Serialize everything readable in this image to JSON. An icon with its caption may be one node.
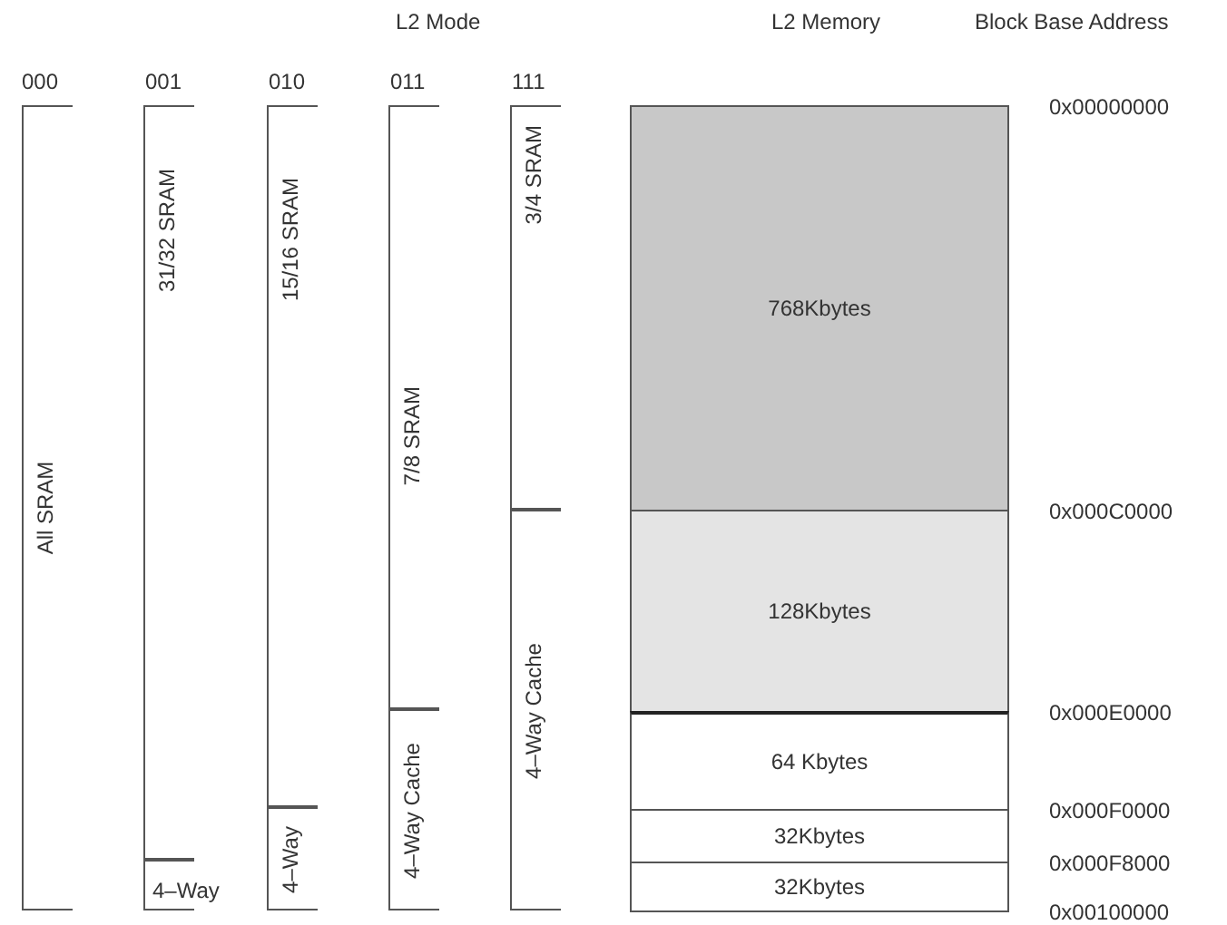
{
  "diagram": {
    "nodes": [
      {
        "text": [
          "All SRAM"
        ]
      },
      {
        "text": [
          "31/32 SRAM"
        ]
      },
      {
        "text": [
          "4–Way"
        ]
      },
      {
        "text": [
          "15/16 SRAM"
        ]
      },
      {
        "text": [
          "4–Way"
        ]
      },
      {
        "text": [
          "7/8 SRAM"
        ]
      },
      {
        "text": [
          "4–Way Cache"
        ]
      },
      {
        "text": [
          "3/4 SRAM"
        ]
      },
      {
        "text": [
          "4–Way Cache"
        ]
      },
      {
        "text": [
          "768Kbytes"
        ]
      },
      {
        "text": [
          "128Kbytes"
        ]
      },
      {
        "text": [
          "64 Kbytes"
        ]
      },
      {
        "text": [
          "32Kbytes"
        ]
      },
      {
        "text": [
          "32Kbytes"
        ]
      }
    ],
    "labels": [
      "L2 Mode",
      "L2 Memory",
      "Block Base Address",
      "000",
      "001",
      "010",
      "011",
      "111",
      "0x00000000",
      "0x000C0000",
      "0x000E0000",
      "0x000F0000",
      "0x000F8000",
      "0x00100000"
    ]
  }
}
